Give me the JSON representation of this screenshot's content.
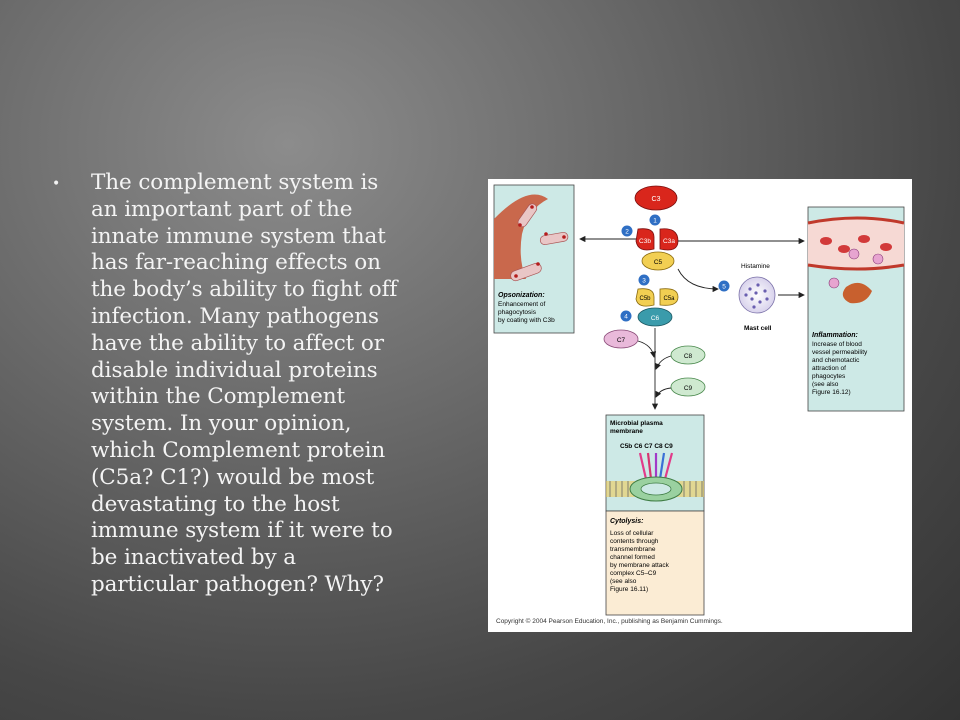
{
  "slide": {
    "bullet": "•",
    "text": "The complement system is\nan important part of the\ninnate immune system that\nhas far-reaching effects on\nthe body’s ability to fight off\ninfection. Many pathogens\nhave the ability to affect or\ndisable individual proteins\nwithin the Complement\nsystem. In your opinion,\nwhich Complement protein\n(C5a? C1?) would be most\ndevastating to the host\nimmune system if it were to\nbe inactivated by a\nparticular pathogen? Why?"
  },
  "figure": {
    "proteins": {
      "c3": "C3",
      "c3b": "C3b",
      "c3a": "C3a",
      "c5": "C5",
      "c5b": "C5b",
      "c5a": "C5a",
      "c6": "C6",
      "c7": "C7",
      "c8": "C8",
      "c9": "C9"
    },
    "steps": [
      "1",
      "2",
      "3",
      "4",
      "5"
    ],
    "histamine": "Histamine",
    "mast_cell": "Mast cell",
    "opsonization": {
      "title": "Opsonization:",
      "lines": [
        "Enhancement of",
        "phagocytosis",
        "by coating with C3b"
      ]
    },
    "inflammation": {
      "title": "Inflammation:",
      "lines": [
        "Increase of blood",
        "vessel permeability",
        "and chemotactic",
        "attraction of",
        "phagocytes",
        "(see also",
        "Figure 16.12)"
      ]
    },
    "membrane": {
      "lines": [
        "Microbial plasma",
        "membrane"
      ],
      "complex": "C5b  C6  C7  C8  C9"
    },
    "cytolysis": {
      "title": "Cytolysis:",
      "lines": [
        "Loss of cellular",
        "contents through",
        "transmembrane",
        "channel formed",
        "by membrane attack",
        "complex C5–C9",
        "(see also",
        "Figure 16.11)"
      ]
    },
    "copyright": "Copyright © 2004 Pearson Education, Inc., publishing as Benjamin Cummings."
  },
  "colors": {
    "panel_bg": "#cde9e6",
    "cytolysis_bg": "#fbecd4",
    "c3_red": "#d9261c",
    "c5_yellow": "#f2cf52",
    "c6_teal": "#3a9bab",
    "c7_purple": "#e9b9da",
    "c8_green": "#cfe9d0",
    "step_blue": "#2f6fc4"
  }
}
